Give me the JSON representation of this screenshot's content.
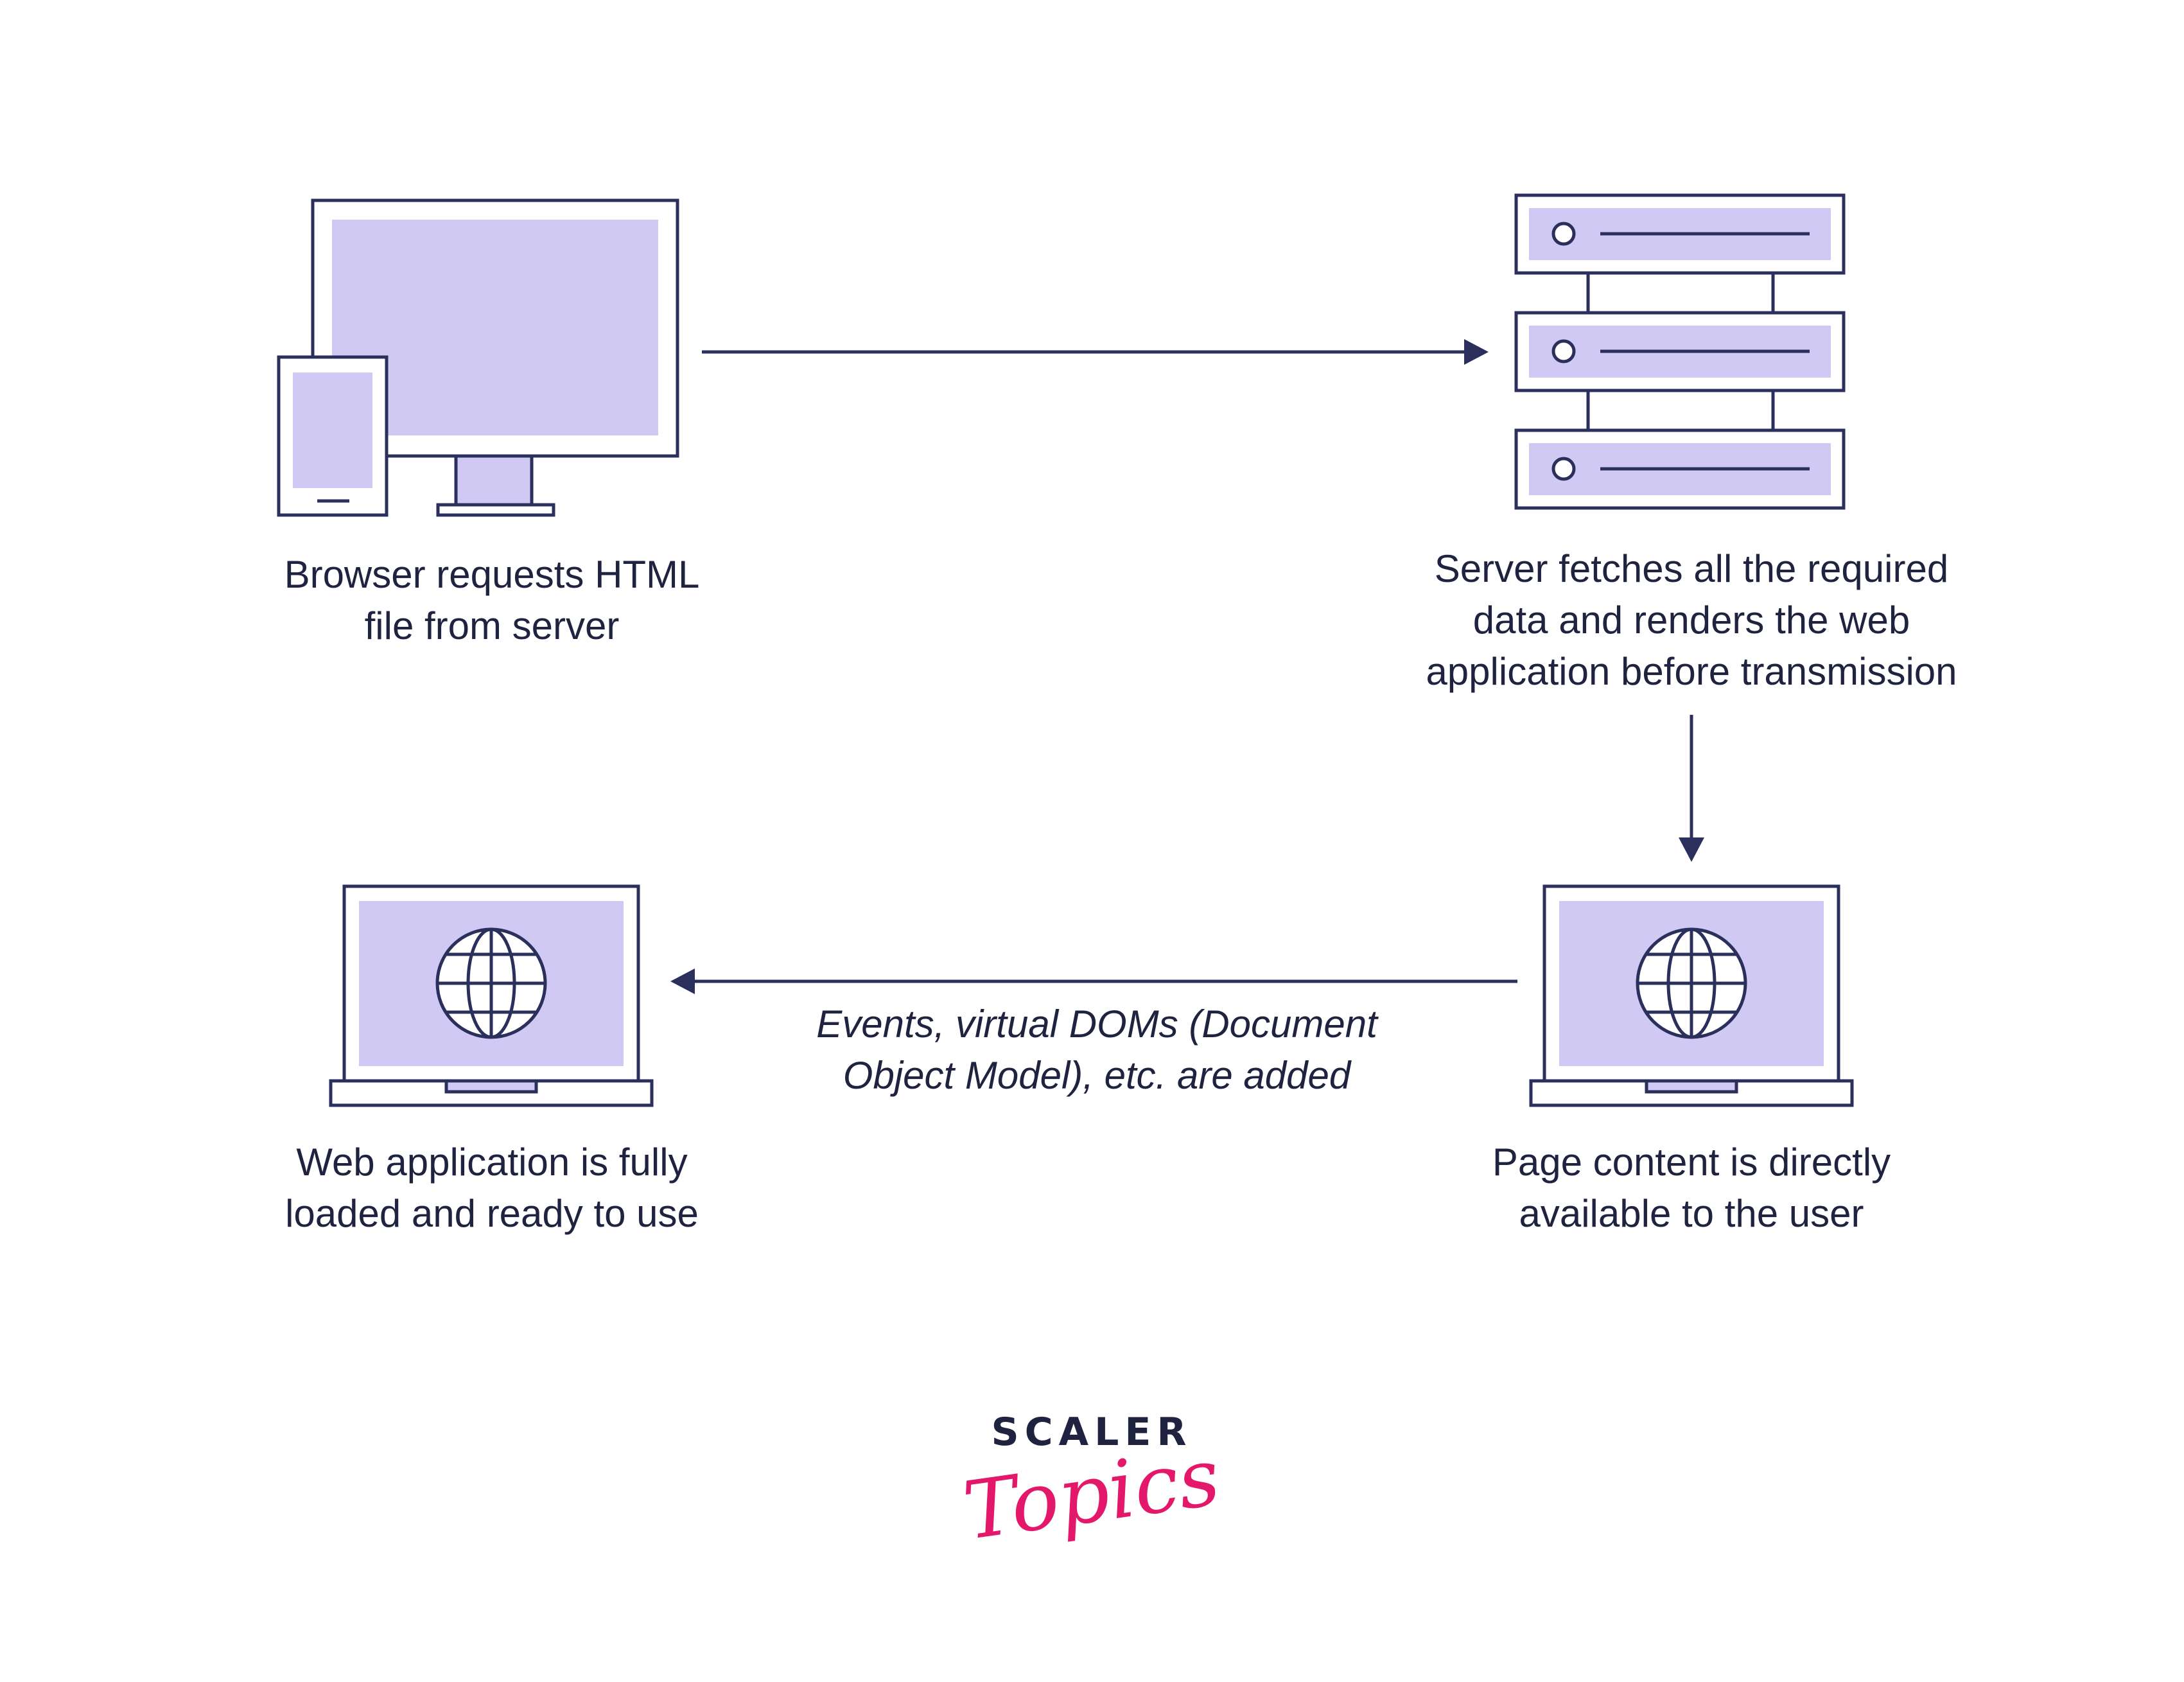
{
  "diagram": {
    "nodes": [
      {
        "id": "browser",
        "icon": "monitor-and-tablet-icon",
        "label": [
          "Browser requests HTML",
          "file from server"
        ]
      },
      {
        "id": "server",
        "icon": "server-rack-icon",
        "label": [
          "Server fetches all the required",
          "data and renders the web",
          "application before transmission"
        ]
      },
      {
        "id": "page-content",
        "icon": "laptop-globe-icon",
        "label": [
          "Page content is directly",
          "available to the user"
        ]
      },
      {
        "id": "web-app",
        "icon": "laptop-globe-icon",
        "label": [
          "Web application is fully",
          "loaded and ready to use"
        ]
      }
    ],
    "edges": [
      {
        "from": "browser",
        "to": "server",
        "label": []
      },
      {
        "from": "server",
        "to": "page-content",
        "label": []
      },
      {
        "from": "page-content",
        "to": "web-app",
        "label": [
          "Events, virtual DOMs (Document",
          "Object Model), etc. are added"
        ]
      }
    ]
  },
  "logo": {
    "top": "SCALER",
    "bottom": "Topics"
  },
  "colors": {
    "stroke": "#2b2f5c",
    "fill": "#cfc9f3",
    "text": "#1f2340",
    "accent": "#e4186b"
  }
}
